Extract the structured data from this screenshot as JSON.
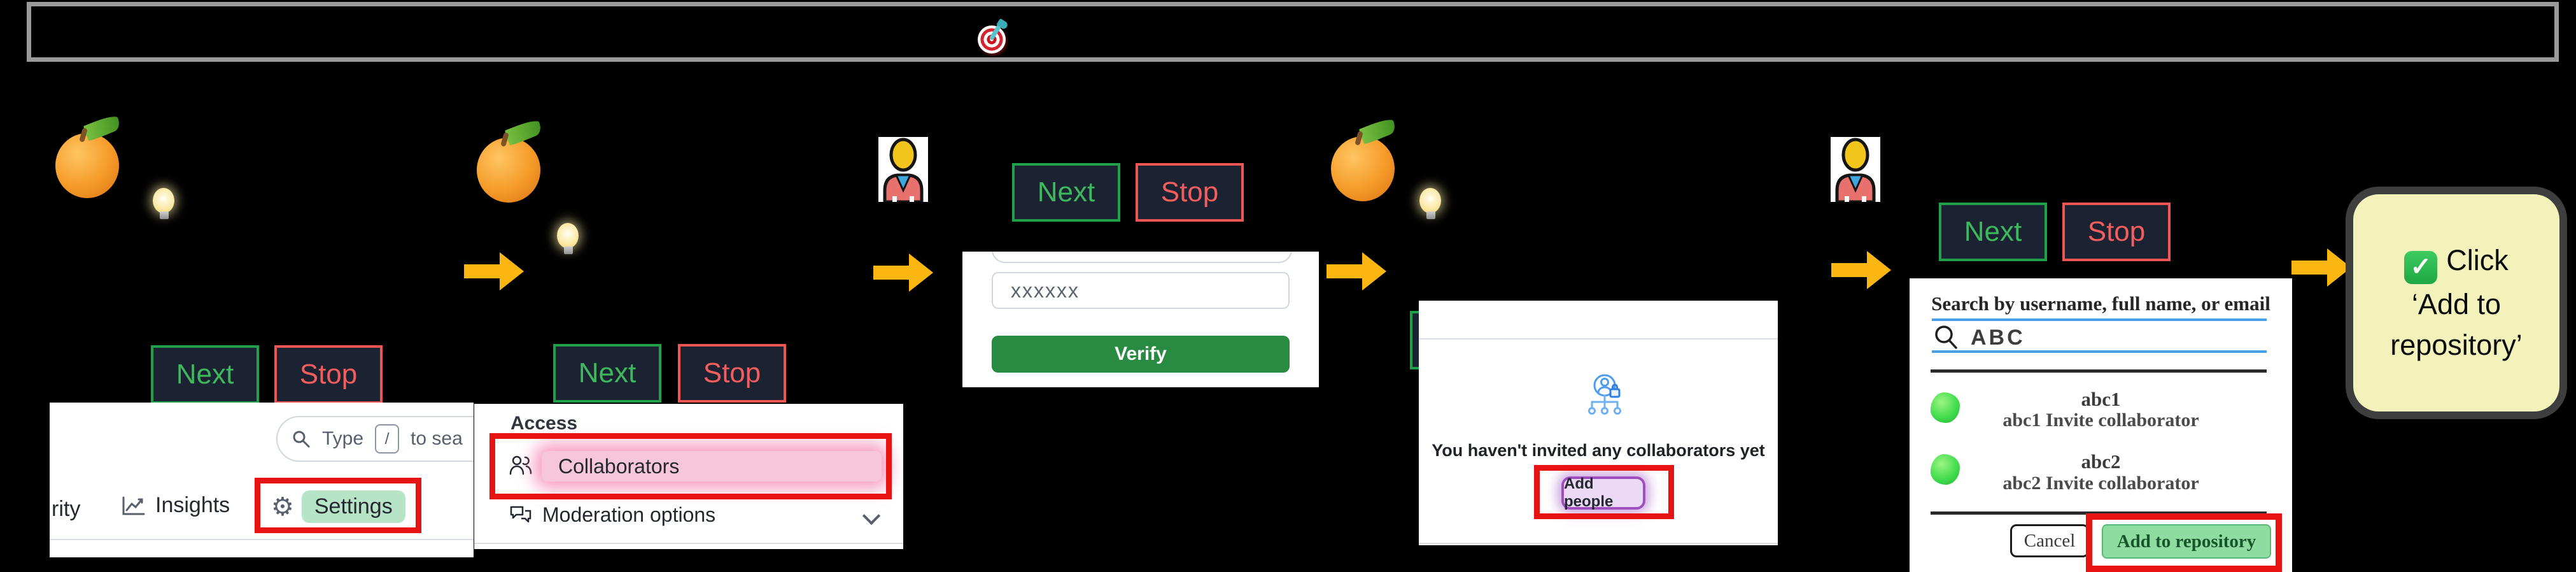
{
  "banner": {
    "icon": "dart-target"
  },
  "controls": {
    "next": "Next",
    "stop": "Stop"
  },
  "icons": {
    "check_glyph": "✓",
    "gear_glyph": "⚙"
  },
  "colors": {
    "background": "#000000",
    "banner_border": "#9a9a9a",
    "arrow_yellow": "#fcb612",
    "button_bg": "#1b2232",
    "next_green": "#3cb95c",
    "stop_red": "#f25d5d",
    "highlight_red": "#e81313",
    "settings_green": "#b7e4c7",
    "collaborators_pink": "#f7c6da",
    "verify_green": "#298a41",
    "add_people_purple": "#9f4fc0",
    "add_repo_green": "#8edc9f",
    "note_yellow": "#f2f2ba",
    "empty_icon_blue": "#4f9bf0"
  },
  "steps": {
    "s1": {
      "actor": "orange-with-hint",
      "screenshot": {
        "tab_security_partial": "rity",
        "tab_insights": "Insights",
        "tab_settings": "Settings",
        "search_prefix": "Type",
        "search_key": "/",
        "search_suffix": "to sea"
      }
    },
    "s2": {
      "actor": "orange-with-hint",
      "screenshot": {
        "section_label": "Access",
        "collaborators_label": "Collaborators",
        "moderation_label": "Moderation options"
      }
    },
    "s3": {
      "actor": "person",
      "screenshot": {
        "password_value": "xxxxxx",
        "verify_label": "Verify"
      }
    },
    "s4": {
      "actor": "orange-with-hint",
      "screenshot": {
        "empty_state": "You haven't invited any collaborators yet",
        "add_people_label": "Add people"
      }
    },
    "s5": {
      "actor": "person",
      "screenshot": {
        "search_title": "Search by username, full name, or email",
        "query": "ABC",
        "result1_name": "abc1",
        "result1_desc": "abc1 Invite collaborator",
        "result2_name": "abc2",
        "result2_desc": "abc2 Invite collaborator",
        "cancel_label": "Cancel",
        "add_label": "Add to repository"
      }
    }
  },
  "final_note": {
    "text": "Click ‘Add to repository’",
    "line1": "Click",
    "line2": "‘Add to",
    "line3": "repository’"
  }
}
